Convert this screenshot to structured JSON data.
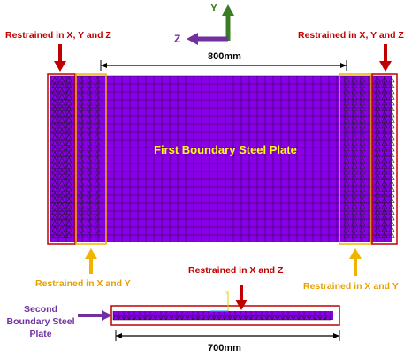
{
  "axes": {
    "y_label": "Y",
    "z_label": "Z",
    "y_color": "#3a7d25",
    "z_color": "#7030a0"
  },
  "top_plate": {
    "title": "First Boundary Steel Plate",
    "title_color": "#ffff00",
    "fill_color": "#8a00e6",
    "mesh_color": "#2a0050",
    "dimension_label": "800mm",
    "left_restraint_label": "Restrained in X, Y and Z",
    "right_restraint_label": "Restrained in X, Y and Z",
    "left_xy_label": "Restrained in X and Y",
    "right_xy_label": "Restrained in X and Y"
  },
  "bottom_plate": {
    "name_label": "Second Boundary Steel Plate",
    "restraint_label": "Restrained in X and Z",
    "dimension_label": "700mm"
  },
  "colors": {
    "red": "#c00000",
    "gold": "#f0b400",
    "purple": "#7030a0"
  }
}
